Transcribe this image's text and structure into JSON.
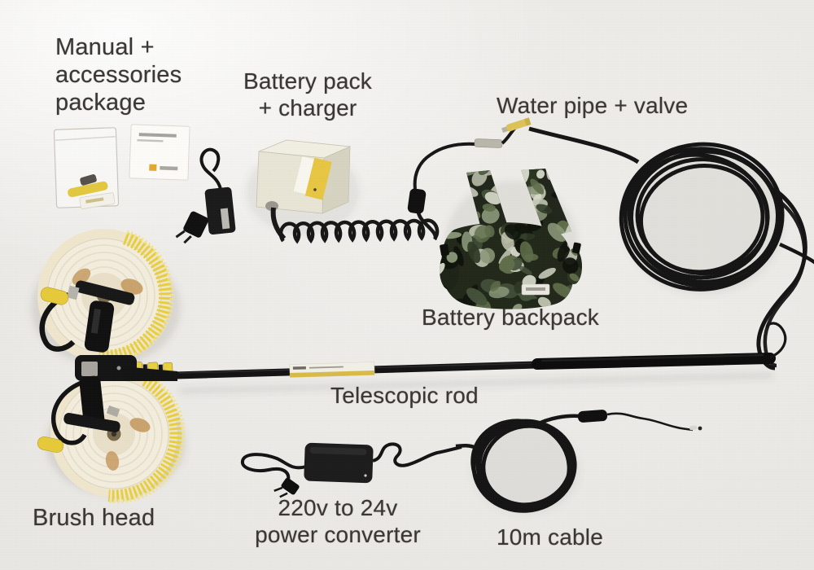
{
  "photo": {
    "labels": {
      "manual": "Manual +\naccessories\npackage",
      "battery_pack": "Battery pack\n+ charger",
      "water_pipe": "Water pipe + valve",
      "battery_backpack": "Battery backpack",
      "telescopic_rod": "Telescopic rod",
      "brush_head": "Brush head",
      "power_converter": "220v to 24v\npower converter",
      "cable_10m": "10m cable"
    },
    "palette": {
      "background": "#e9e7e3",
      "text": "#3a3734",
      "brush_yellow": "#ecd23c",
      "brush_cream": "#f3eddc",
      "battery_beige": "#e8e5d4",
      "label_yellow": "#e9c63e",
      "camo_dark": "#232918",
      "camo_green": "#4c5a3c",
      "camo_light": "#dfe0d4",
      "cable_black": "#151515"
    }
  }
}
